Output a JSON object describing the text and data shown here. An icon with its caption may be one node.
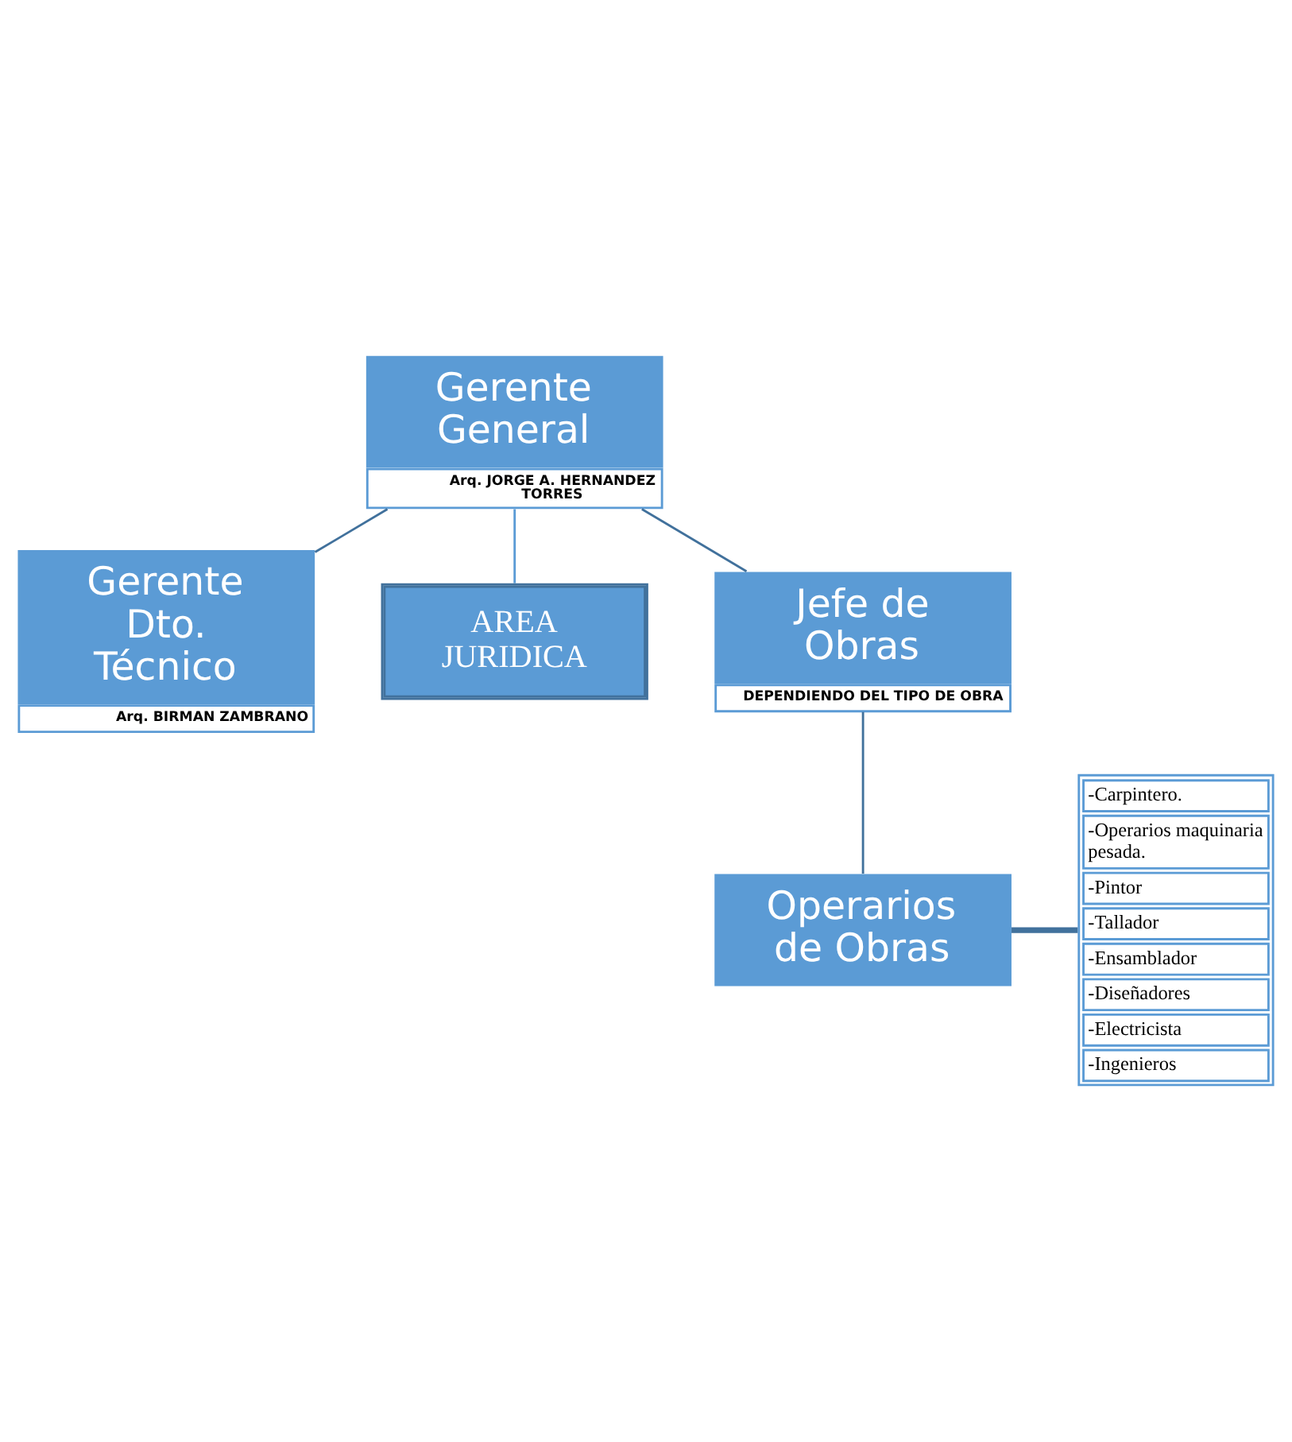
{
  "diagram": {
    "nodes": [
      {
        "text": [
          "Gerente General",
          "Arq. JORGE A. HERNANDEZ TORRES"
        ]
      },
      {
        "text": [
          "Gerente Dto. Técnico",
          "Arq. BIRMAN ZAMBRANO"
        ]
      },
      {
        "text": [
          "AREA JURIDICA"
        ]
      },
      {
        "text": [
          "Jefe de Obras",
          "DEPENDIENDO DEL TIPO DE OBRA"
        ]
      },
      {
        "text": [
          "Operarios de Obras"
        ]
      },
      {
        "text": [
          "-Carpintero.",
          "-Operarios maquinaria pesada.",
          "-Pintor",
          "-Tallador",
          "-Ensamblador",
          "-Diseñadores",
          "-Electricista",
          "-Ingenieros"
        ]
      }
    ],
    "edges": [
      {
        "from": 0,
        "to": 1,
        "arrow": "none"
      },
      {
        "from": 0,
        "to": 2,
        "arrow": "none",
        "color": "#5b9bd5"
      },
      {
        "from": 0,
        "to": 3,
        "arrow": "none"
      },
      {
        "from": 3,
        "to": 4,
        "arrow": "none"
      },
      {
        "from": 4,
        "to": 5,
        "arrow": "none",
        "style": "thick"
      }
    ]
  }
}
